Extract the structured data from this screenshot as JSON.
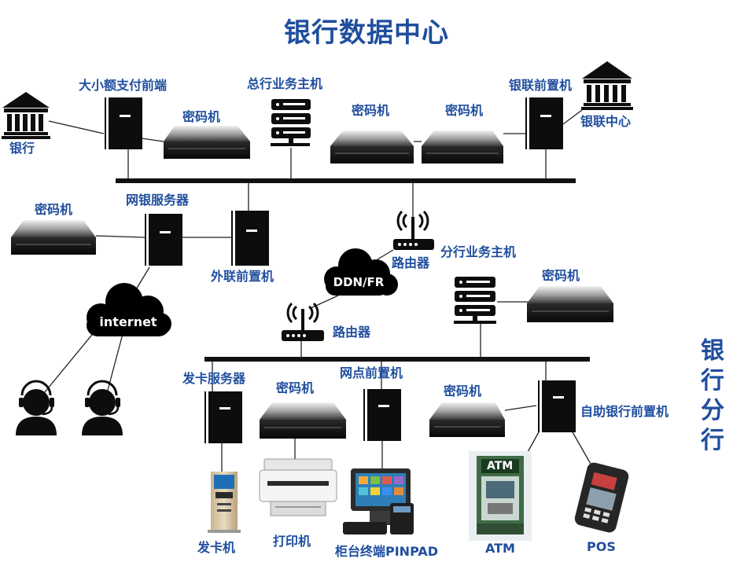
{
  "title": "银行数据中心",
  "branch_label": "银\n行\n分\n行",
  "clouds": {
    "ddn": "DDN/FR",
    "internet": "internet"
  },
  "labels": {
    "bank": "银行",
    "large_small_payment": "大小额支付前端",
    "hq_business_host": "总行业务主机",
    "unionpay_frontend": "银联前置机",
    "unionpay_center": "银联中心",
    "crypto_1": "密码机",
    "crypto_2": "密码机",
    "crypto_3": "密码机",
    "crypto_left": "密码机",
    "ebank_server": "网银服务器",
    "external_frontend": "外联前置机",
    "router_top": "路由器",
    "branch_business_host": "分行业务主机",
    "crypto_branch_host": "密码机",
    "router_bottom": "路由器",
    "card_issue_server": "发卡服务器",
    "crypto_card": "密码机",
    "outlet_frontend": "网点前置机",
    "crypto_self": "密码机",
    "self_service_frontend": "自助银行前置机",
    "card_issuer": "发卡机",
    "printer": "打印机",
    "counter_terminal": "柜台终端PINPAD",
    "atm": "ATM",
    "atm_screen": "ATM",
    "pos": "POS"
  },
  "colors": {
    "text_blue": "#1f4e9e",
    "bus": "#111111",
    "device_black": "#0d0d0d",
    "cloud": "#000000"
  }
}
